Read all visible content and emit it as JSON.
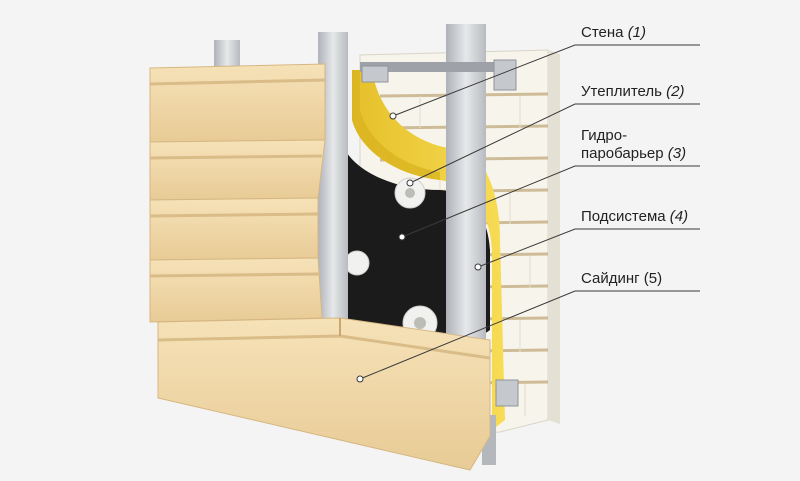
{
  "colors": {
    "background": "#f4f4f4",
    "siding": "#f2d9a8",
    "siding_shadow": "#d9b987",
    "brick": "#f6f3ea",
    "mortar": "#c8b48c",
    "insulation": "#f3d23a",
    "membrane": "#1c1c1c",
    "profile": "#c9ccd0",
    "leader": "#3a3a3a"
  },
  "callouts": [
    {
      "name": "Стена",
      "num": "(1)"
    },
    {
      "name": "Утеплитель",
      "num": "(2)"
    },
    {
      "name": "Гидро-",
      "name2": "паробарьер",
      "num": "(3)"
    },
    {
      "name": "Подсистема",
      "num": "(4)"
    },
    {
      "name": "Сайдинг",
      "num": "(5)"
    }
  ]
}
